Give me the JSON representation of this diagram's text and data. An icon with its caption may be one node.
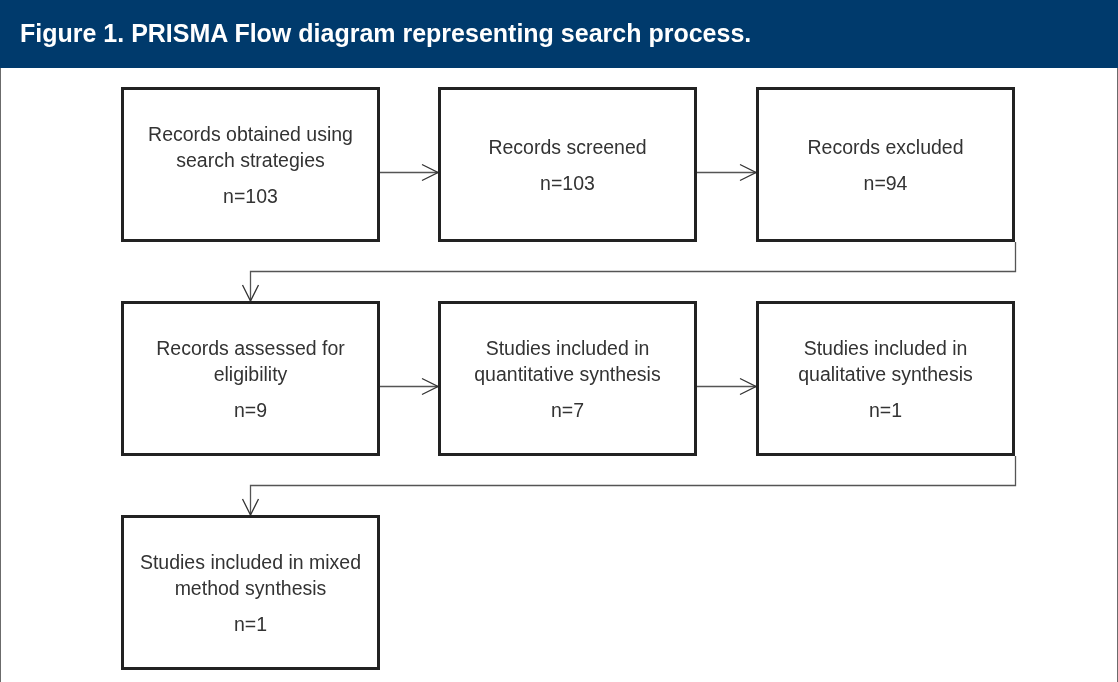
{
  "diagram": {
    "title": "Figure 1. PRISMA Flow diagram representing search process.",
    "nodes": [
      {
        "text": [
          "Records obtained using search strategies",
          "n=103"
        ]
      },
      {
        "text": [
          "Records screened",
          "n=103"
        ]
      },
      {
        "text": [
          "Records excluded",
          "n=94"
        ]
      },
      {
        "text": [
          "Records assessed for eligibility",
          "n=9"
        ]
      },
      {
        "text": [
          "Studies included in quantitative synthesis",
          "n=7"
        ]
      },
      {
        "text": [
          "Studies included in qualitative synthesis",
          "n=1"
        ]
      },
      {
        "text": [
          "Studies included in mixed method synthesis",
          "n=1"
        ]
      }
    ],
    "edges": [
      {
        "from": 0,
        "to": 1,
        "arrow": "to"
      },
      {
        "from": 1,
        "to": 2,
        "arrow": "to"
      },
      {
        "from": 2,
        "to": 3,
        "arrow": "to"
      },
      {
        "from": 3,
        "to": 4,
        "arrow": "to"
      },
      {
        "from": 4,
        "to": 5,
        "arrow": "to"
      },
      {
        "from": 5,
        "to": 6,
        "arrow": "to"
      }
    ]
  }
}
